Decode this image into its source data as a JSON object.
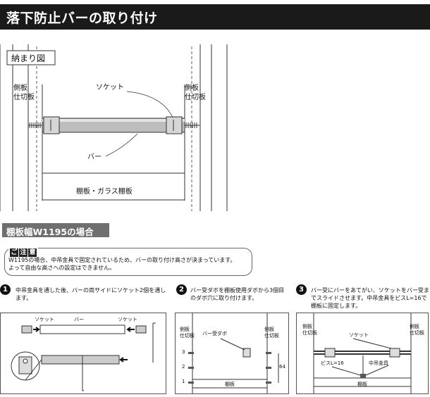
{
  "title": "落下防止バーの取り付け",
  "figure_main": {
    "label": "納まり図",
    "side_left": [
      "側板",
      "仕切板"
    ],
    "side_right": [
      "側板",
      "仕切板"
    ],
    "socket": "ソケット",
    "bar": "バー",
    "shelf": "棚板・ガラス棚板"
  },
  "section": {
    "title": "棚板幅W1195の場合"
  },
  "caution": {
    "label": [
      "ご",
      "注",
      "意"
    ],
    "line1": "W1195の場合、中吊金具で固定されているため、バーの取り付け高さが決まっています。",
    "line2": "よって自由な高さへの設定はできません。"
  },
  "steps": [
    {
      "num": "1",
      "line1": "中吊金具を通した後、バーの両サイドにソケット2個を通し",
      "line2": "ます。"
    },
    {
      "num": "2",
      "line1": "バー受ダボを棚板使用ダボから3個目",
      "line2": "のダボ穴に取り付けます。"
    },
    {
      "num": "3",
      "line1": "バー受にバーをあてがい、ソケットをバー受ま",
      "line2": "でスライドさせます。中吊金具をビスL=16で",
      "line3": "棚板に固定します。"
    }
  ],
  "panel1": {
    "socket_left": "ソケット",
    "bar": "バー",
    "socket_right": "ソケット"
  },
  "panel2": {
    "side_left": [
      "側板",
      "仕切板"
    ],
    "side_right": [
      "側板",
      "仕切板"
    ],
    "dabo": "バー受ダボ",
    "holes": [
      "3",
      "2",
      "1"
    ],
    "dim": "64",
    "shelf": "棚板"
  },
  "panel3": {
    "side_left": [
      "側板",
      "仕切板"
    ],
    "side_right": [
      "側板",
      "仕切板"
    ],
    "socket": "ソケット",
    "screw": "ビスL=16",
    "hanger": "中吊金具",
    "shelf": "棚板"
  }
}
